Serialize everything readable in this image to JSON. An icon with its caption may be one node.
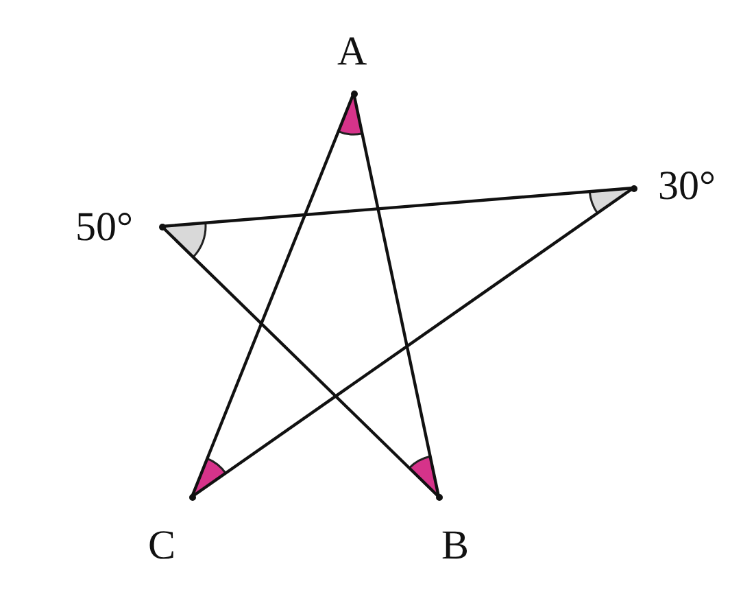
{
  "diagram": {
    "nodes": [
      {
        "text": [],
        "shape": "point",
        "beside": [
          "A"
        ]
      },
      {
        "text": [],
        "shape": "point",
        "beside": [
          "50°"
        ]
      },
      {
        "text": [],
        "shape": "point",
        "beside": [
          "30°"
        ]
      },
      {
        "text": [],
        "shape": "point",
        "beside": [
          "C"
        ]
      },
      {
        "text": [],
        "shape": "point",
        "beside": [
          "B"
        ]
      }
    ],
    "edges": [
      {
        "from": 0,
        "to": 3,
        "arrow": "none"
      },
      {
        "from": 0,
        "to": 4,
        "arrow": "none"
      },
      {
        "from": 1,
        "to": 2,
        "arrow": "none"
      },
      {
        "from": 1,
        "to": 4,
        "arrow": "none"
      },
      {
        "from": 2,
        "to": 3,
        "arrow": "none"
      }
    ]
  }
}
